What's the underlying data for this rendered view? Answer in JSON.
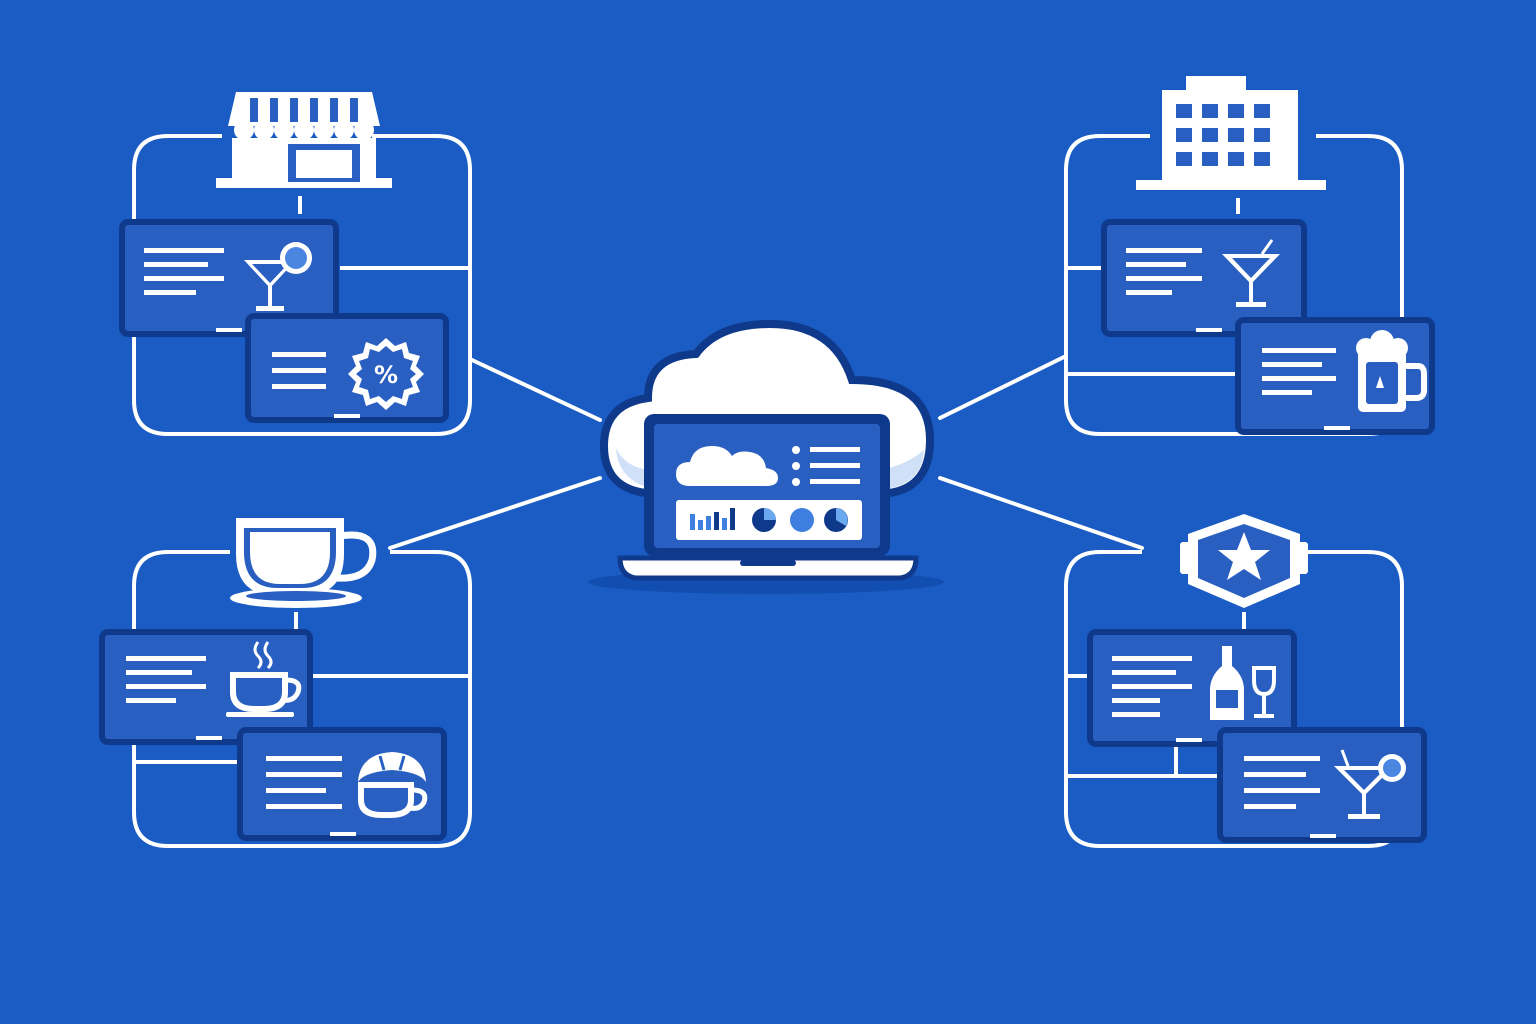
{
  "colors": {
    "background": "#1a5cc4",
    "background_deep": "#1854be",
    "panel_fill": "#2a5fc2",
    "panel_border": "#0f3a8c",
    "line_white": "#ffffff",
    "cloud_fill": "#ffffff",
    "cloud_shade": "#cfe0f7",
    "accent_light": "#6aa8f0"
  },
  "hub": {
    "icon": "cloud-laptop-icon",
    "screen_icons": [
      "cloud-icon",
      "bar-chart-icon",
      "pie-chart-icon",
      "list-icon"
    ]
  },
  "venues": [
    {
      "id": "shop",
      "icon": "storefront-icon",
      "screens": [
        {
          "icon": "martini-glass-icon"
        },
        {
          "icon": "percent-badge-icon"
        }
      ]
    },
    {
      "id": "hotel",
      "icon": "hotel-building-icon",
      "screens": [
        {
          "icon": "cocktail-glass-icon"
        },
        {
          "icon": "beer-mug-icon"
        }
      ]
    },
    {
      "id": "cafe",
      "icon": "coffee-cup-icon",
      "screens": [
        {
          "icon": "hot-coffee-icon"
        },
        {
          "icon": "croissant-coffee-icon"
        }
      ]
    },
    {
      "id": "bar",
      "icon": "star-shield-badge-icon",
      "screens": [
        {
          "icon": "wine-bottle-glass-icon"
        },
        {
          "icon": "cocktail-lime-icon"
        }
      ]
    }
  ]
}
